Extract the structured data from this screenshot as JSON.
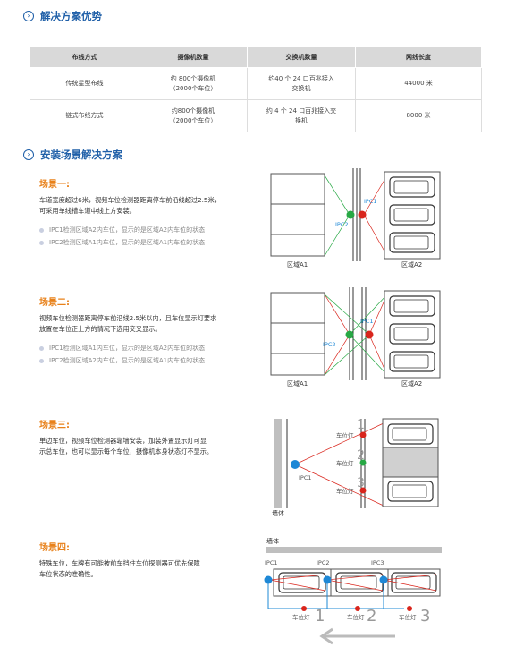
{
  "sections": {
    "advantages": {
      "title": "解决方案优势"
    },
    "scenarios": {
      "title": "安装场景解决方案"
    }
  },
  "table": {
    "headers": [
      "布线方式",
      "摄像机数量",
      "交换机数量",
      "网线长度"
    ],
    "rows": [
      {
        "method": "传统星型布线",
        "camera": [
          "约 800个摄像机",
          "（2000个车位）"
        ],
        "switch": [
          "约40 个 24 口百兆接入",
          "交换机"
        ],
        "cable": "44000 米"
      },
      {
        "method": "链式布线方式",
        "camera": [
          "约800个摄像机",
          "（2000个车位）"
        ],
        "switch": [
          "约 4 个 24 口百兆接入交",
          "换机"
        ],
        "cable": "8000 米"
      }
    ]
  },
  "scene1": {
    "title": "场景一:",
    "desc": [
      "车道宽度超过6米，视频车位检测器距离停车前沿线超过2.5米，",
      "可采用单线槽车道中线上方安装。"
    ],
    "bullets": [
      "IPC1检测区域A2内车位，显示的是区域A2内车位的状态",
      "IPC2检测区域A1内车位，显示的是区域A1内车位的状态"
    ],
    "labels": {
      "ipc1": "IPC1",
      "ipc2": "IPC2",
      "zone_a1": "区域A1",
      "zone_a2": "区域A2"
    }
  },
  "scene2": {
    "title": "场景二:",
    "desc": [
      "视频车位检测器距离停车前沿线2.5米以内，且车位显示灯要求",
      "放置在车位正上方的情况下选用交叉显示。"
    ],
    "bullets": [
      "IPC1检测区域A1内车位，显示的是区域A2内车位的状态",
      "IPC2检测区域A2内车位，显示的是区域A1内车位的状态"
    ],
    "labels": {
      "ipc1": "IPC1",
      "ipc2": "IPC2",
      "zone_a1": "区域A1",
      "zone_a2": "区域A2"
    }
  },
  "scene3": {
    "title": "场景三:",
    "desc": [
      "单边车位，视频车位检测器靠墙安装，加装外置显示灯可显",
      "示总车位，也可以显示每个车位，摄像机本身状态灯不显示。"
    ],
    "labels": {
      "lamp": "车位灯",
      "n1": "1",
      "n2": "2",
      "n3": "3",
      "ipc": "IPC1",
      "wall": "墙体"
    }
  },
  "scene4": {
    "title": "场景四:",
    "desc": [
      "特殊车位，车牌有可能被前车挡住车位探测器可优先保障",
      "车位状态的准确性。"
    ],
    "labels": {
      "wall": "墙体",
      "ipc1": "IPC1",
      "ipc2": "IPC2",
      "ipc3": "IPC3",
      "lamp": "车位灯",
      "n1": "1",
      "n2": "2",
      "n3": "3"
    }
  },
  "colors": {
    "accent_blue": "#1f5fa8",
    "accent_orange": "#e8811a",
    "ipc_blue": "#1e88d6",
    "lamp_red": "#d9251c",
    "lamp_green": "#27a844"
  }
}
